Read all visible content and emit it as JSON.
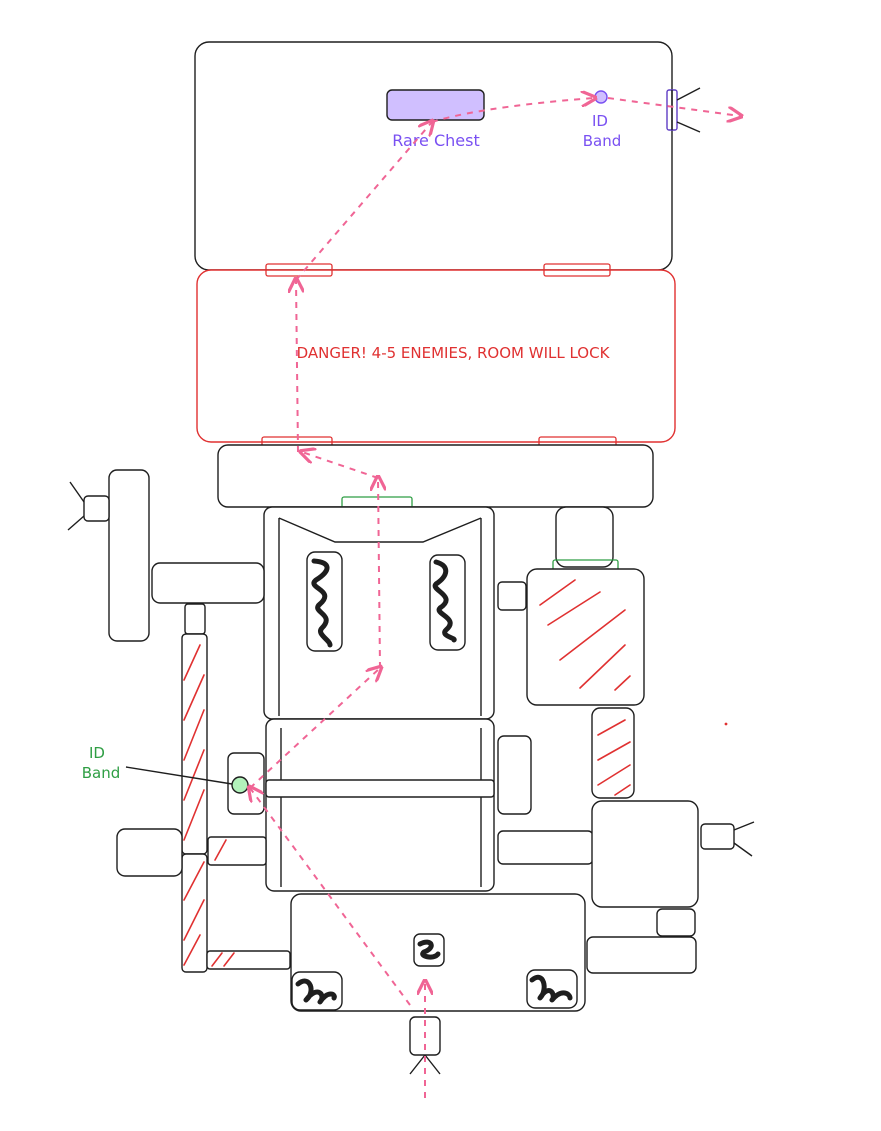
{
  "labels": {
    "rare_chest": "Rare Chest",
    "id_band_top_line1": "ID",
    "id_band_top_line2": "Band",
    "danger_note": "DANGER! 4-5 ENEMIES, ROOM WILL LOCK",
    "id_band_left_line1": "ID",
    "id_band_left_line2": "Band"
  },
  "colors": {
    "room_stroke": "#1e1e1e",
    "danger": "#e03131",
    "path": "#f06595",
    "chest_fill": "#d0bfff",
    "chest_stroke": "#1e1e1e",
    "id_band_top": "#7950f2",
    "id_band_left": "#2f9e44",
    "id_band_left_fill": "#b2f2bb"
  }
}
